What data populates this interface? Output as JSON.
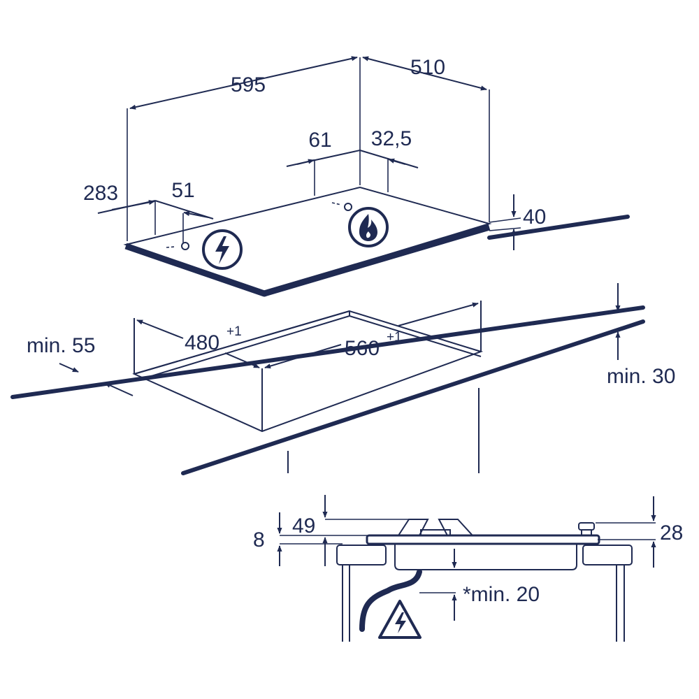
{
  "colors": {
    "ink": "#1f2a52",
    "background": "#ffffff"
  },
  "labels": {
    "width_595": "595",
    "depth_510": "510",
    "offset_61": "61",
    "offset_32_5": "32,5",
    "offset_283": "283",
    "offset_51": "51",
    "height_40": "40",
    "cutout_480": "480",
    "cutout_480_tol": "+1",
    "cutout_560": "560",
    "cutout_560_tol": "+1",
    "min_55": "min. 55",
    "min_30": "min. 30",
    "side_8": "8",
    "side_49": "49",
    "side_28": "28",
    "side_min_20": "*min. 20"
  },
  "icons": {
    "top_left": "electric-connection-icon",
    "top_right": "gas-flame-icon",
    "bottom": "electric-warning-icon"
  }
}
